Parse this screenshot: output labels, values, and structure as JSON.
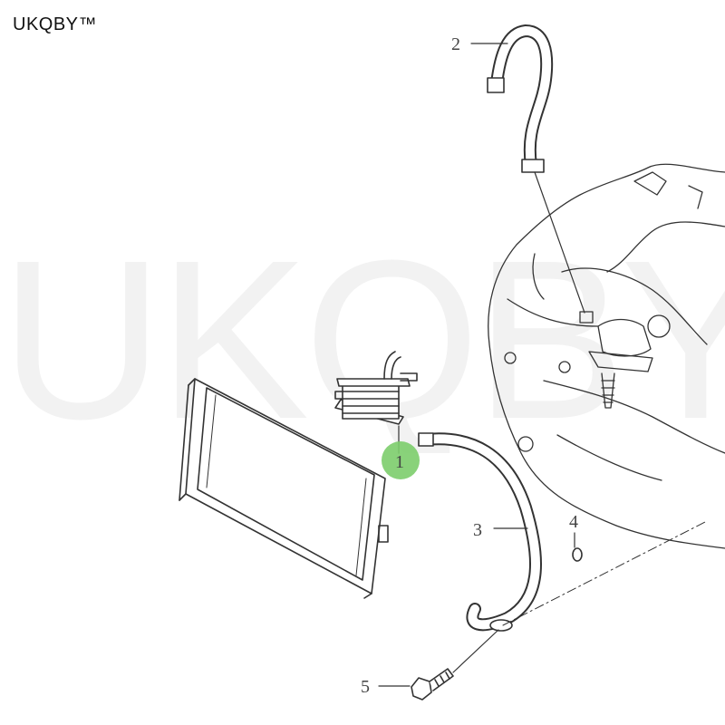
{
  "brand": {
    "text": "UKQBY™"
  },
  "watermark": {
    "text": "UKQBY™"
  },
  "callouts": {
    "c1": "1",
    "c2": "2",
    "c3": "3",
    "c4": "4",
    "c5": "5"
  },
  "colors": {
    "line": "#333333",
    "highlight": "#7ccd6b"
  }
}
